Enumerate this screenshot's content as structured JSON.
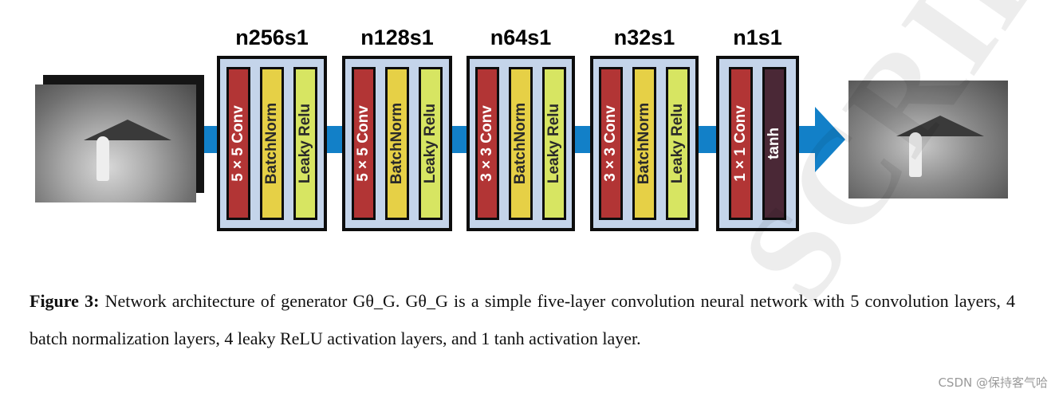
{
  "colors": {
    "arrow": "#1280c8",
    "block_fill": "#c4d4ea",
    "conv": "#b23535",
    "norm": "#e6d046",
    "act": "#d7e562",
    "tanh": "#4a2836"
  },
  "input_image_icon": "thermal-input-image",
  "output_image_icon": "thermal-output-image",
  "stages": [
    {
      "label": "n256s1",
      "layers": [
        {
          "kind": "conv",
          "text": "5 × 5 Conv"
        },
        {
          "kind": "norm",
          "text": "BatchNorm"
        },
        {
          "kind": "act",
          "text": "Leaky Relu"
        }
      ]
    },
    {
      "label": "n128s1",
      "layers": [
        {
          "kind": "conv",
          "text": "5 × 5 Conv"
        },
        {
          "kind": "norm",
          "text": "BatchNorm"
        },
        {
          "kind": "act",
          "text": "Leaky Relu"
        }
      ]
    },
    {
      "label": "n64s1",
      "layers": [
        {
          "kind": "conv",
          "text": "3 × 3 Conv"
        },
        {
          "kind": "norm",
          "text": "BatchNorm"
        },
        {
          "kind": "act",
          "text": "Leaky Relu"
        }
      ]
    },
    {
      "label": "n32s1",
      "layers": [
        {
          "kind": "conv",
          "text": "3 × 3 Conv"
        },
        {
          "kind": "norm",
          "text": "BatchNorm"
        },
        {
          "kind": "act",
          "text": "Leaky Relu"
        }
      ]
    },
    {
      "label": "n1s1",
      "layers": [
        {
          "kind": "conv",
          "text": "1 × 1 Conv"
        },
        {
          "kind": "tanh",
          "text": "tanh"
        }
      ]
    }
  ],
  "caption": {
    "label": "Figure 3:",
    "text": "Network architecture of generator Gθ_G. Gθ_G is a simple five-layer convolution neural network with 5 convolution layers, 4 batch normalization layers, 4 leaky ReLU activation layers, and 1 tanh activation layer."
  },
  "watermark": {
    "word": "SCRIPT",
    "credit": "CSDN @保持客气哈"
  }
}
